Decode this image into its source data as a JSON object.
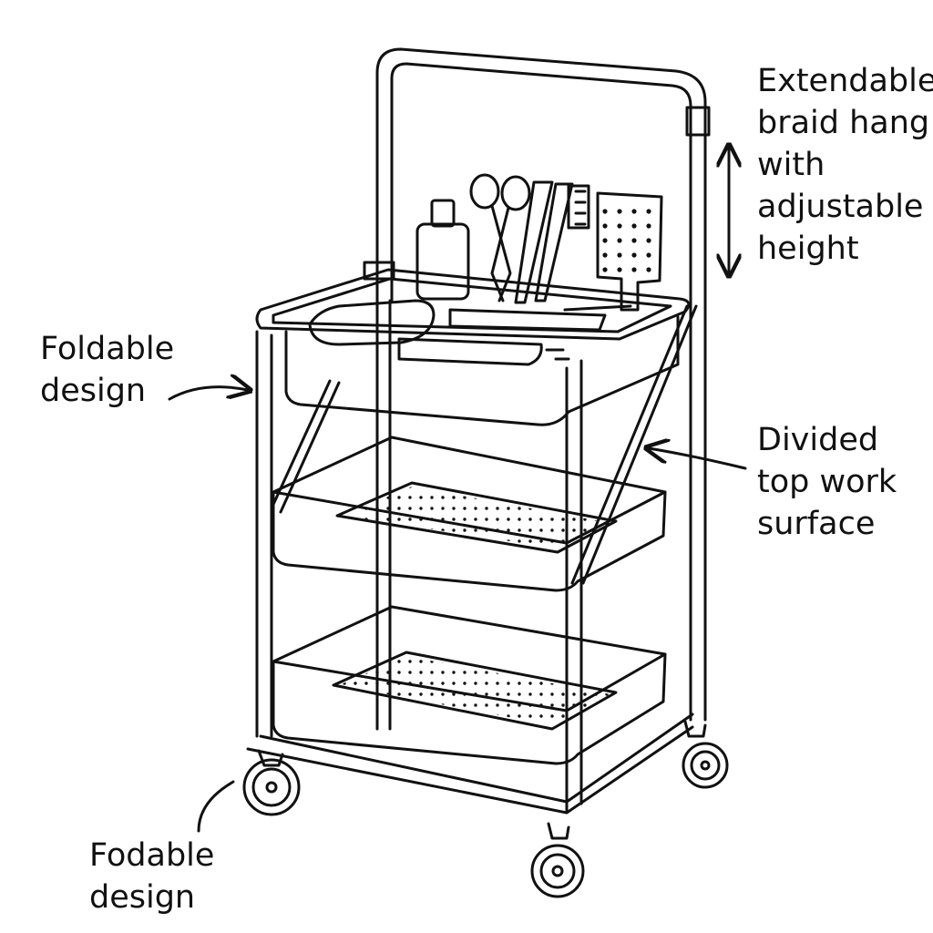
{
  "diagram": {
    "callouts": {
      "extendable_hanger": {
        "lines": [
          "Extendable",
          "braid hang",
          "with",
          "adjustable",
          "height"
        ]
      },
      "foldable_left": {
        "lines": [
          "Foldable",
          "design"
        ]
      },
      "divided_top": {
        "lines": [
          "Divided",
          "top work",
          "surface"
        ]
      },
      "fodable_bottom": {
        "lines": [
          "Fodable",
          "design"
        ]
      }
    },
    "colors": {
      "line": "#111111",
      "background": "#ffffff"
    },
    "icons": {
      "tools": [
        "bottle-icon",
        "scissors-icon",
        "comb-icon",
        "perforated-paddle-icon",
        "caster-wheel-icon"
      ]
    }
  }
}
